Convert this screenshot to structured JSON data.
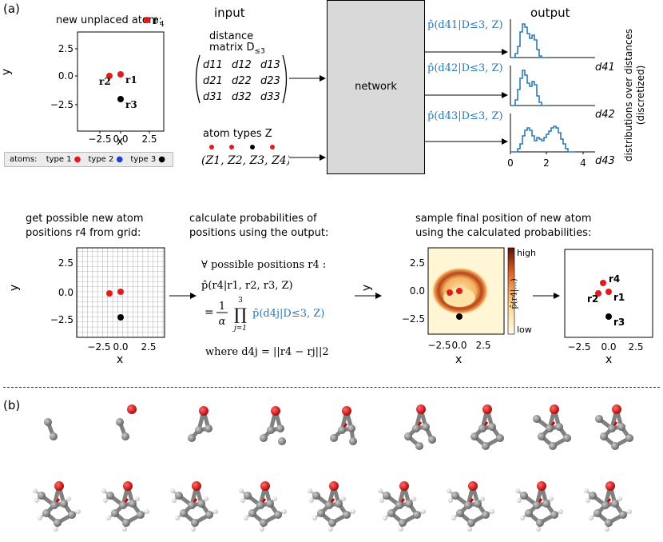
{
  "panel_a_label": "(a)",
  "panel_b_label": "(b)",
  "top": {
    "new_atom_label": "new unplaced atom:",
    "new_atom_symbol": "r",
    "new_atom_sub": "4",
    "input_title": "input",
    "output_title": "output",
    "distance_matrix_label_1": "distance",
    "distance_matrix_label_2": "matrix D",
    "distance_matrix_sub": "≤3",
    "matrix": [
      [
        "d11",
        "d12",
        "d13"
      ],
      [
        "d21",
        "d22",
        "d23"
      ],
      [
        "d31",
        "d32",
        "d33"
      ]
    ],
    "atom_types_label": "atom types Z",
    "atom_types_tuple": "(Z1, Z2, Z3, Z4)",
    "network_label": "network",
    "output_labels": [
      "p̂(d41|D≤3, Z)",
      "p̂(d42|D≤3, Z)",
      "p̂(d43|D≤3, Z)"
    ],
    "output_axis_labels": [
      "d41",
      "d42",
      "d43"
    ],
    "output_ticks": [
      "0",
      "2",
      "4"
    ],
    "side_label_1": "distributions over distances",
    "side_label_2": "(discretized)",
    "legend": {
      "title": "atoms:",
      "items": [
        "type 1",
        "type 2",
        "type 3"
      ]
    },
    "scatter_yticks": [
      "2.5",
      "0.0",
      "−2.5"
    ],
    "scatter_xticks": [
      "−2.5",
      "0.0",
      "2.5"
    ],
    "xlabel": "x",
    "ylabel": "y",
    "atom_labels": [
      "r2",
      "r1",
      "r3"
    ]
  },
  "bottom": {
    "step1_title_1": "get possible new atom",
    "step1_title_2": "positions  r4  from grid:",
    "step2_title_1": "calculate probabilities of",
    "step2_title_2": "positions using the output:",
    "step3_title_1": "sample final position of new atom",
    "step3_title_2": "using the calculated probabilities:",
    "formula_line1": "∀ possible positions r4 :",
    "formula_line2": "p̂(r4|r1, r2, r3, Z)",
    "formula_line3_eq": "=",
    "formula_line3_frac_num": "1",
    "formula_line3_frac_den": "α",
    "formula_line3_prod_top": "3",
    "formula_line3_prod_bot": "j=1",
    "formula_line3_term": "p̂(d4j|D≤3, Z)",
    "formula_line4": "where  d4j = ||r4 − rj||2",
    "colorbar_high": "high",
    "colorbar_low": "low",
    "colorbar_label": "p̂(r4|...)",
    "final_atom_labels": [
      "r4",
      "r2",
      "r1",
      "r3"
    ]
  },
  "colors": {
    "type1": "#e31a1c",
    "type2": "#1f3fcf",
    "type3": "#000000",
    "network_fill": "#d9d9d9",
    "hist_line": "#2b79b8",
    "carbon": "#7a7a7a",
    "oxygen": "#d40000",
    "hydrogen": "#f2f2f2"
  }
}
